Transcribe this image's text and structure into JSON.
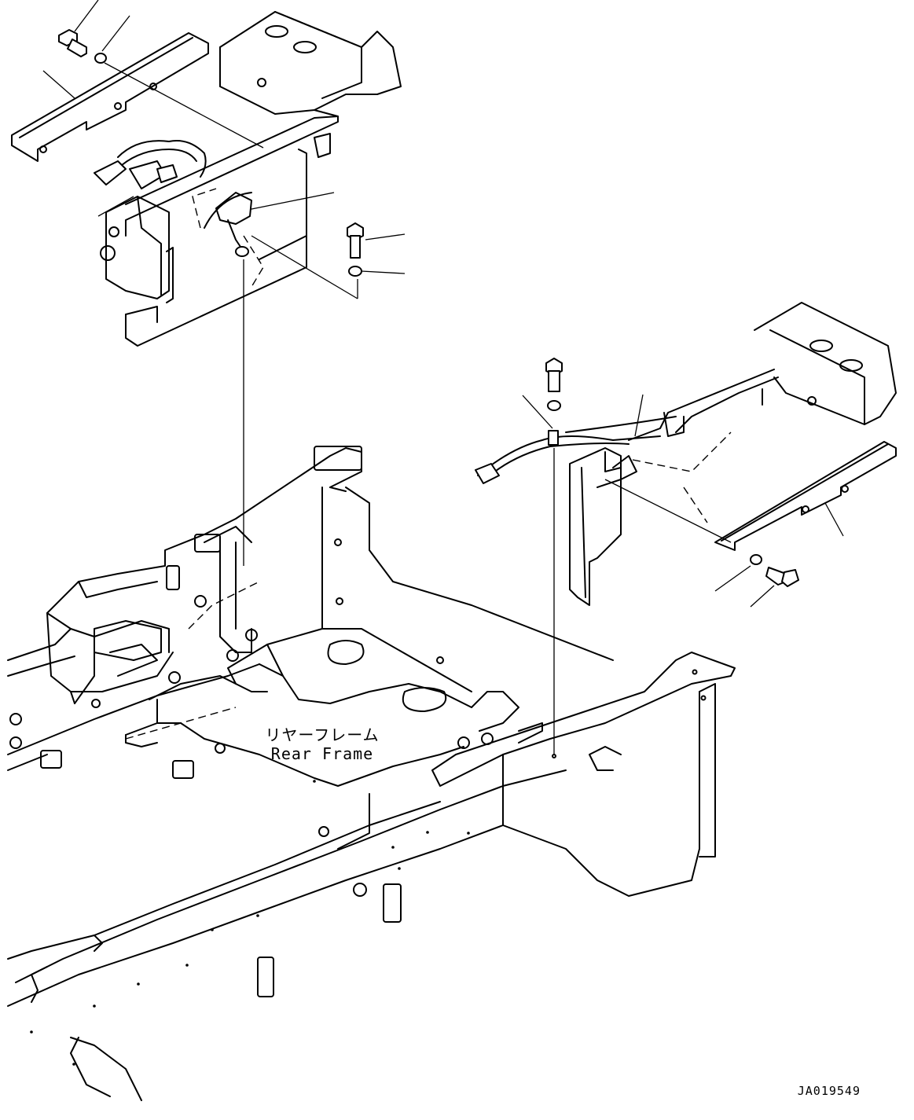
{
  "diagram": {
    "frame_label_jp": "リヤーフレーム",
    "frame_label_en": "Rear Frame",
    "drawing_code": "JA019549"
  }
}
